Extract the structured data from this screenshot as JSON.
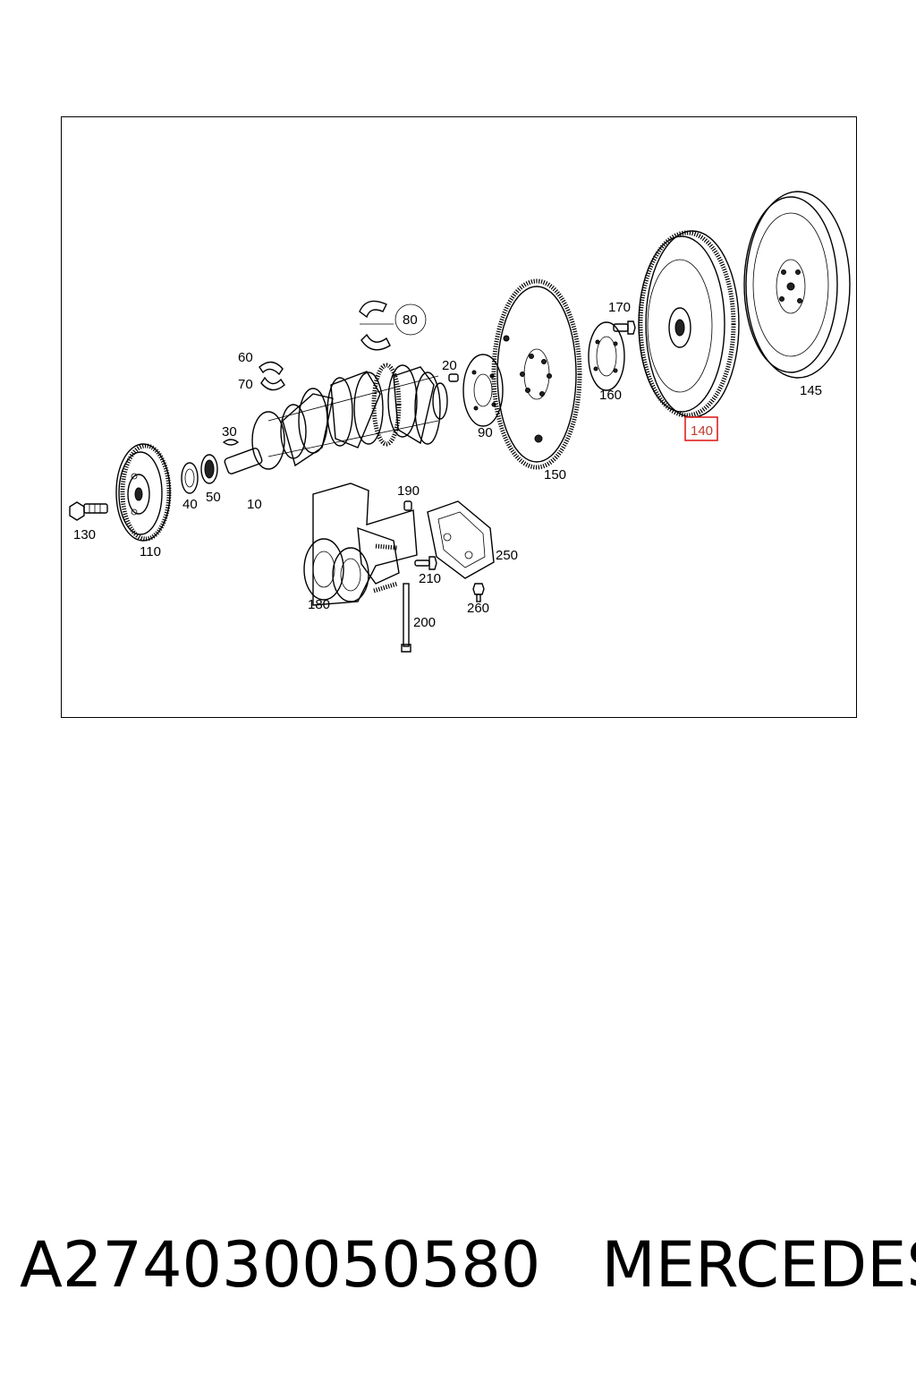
{
  "diagram": {
    "callouts": [
      {
        "id": "10",
        "label": "10"
      },
      {
        "id": "20",
        "label": "20"
      },
      {
        "id": "30",
        "label": "30"
      },
      {
        "id": "40",
        "label": "40"
      },
      {
        "id": "50",
        "label": "50"
      },
      {
        "id": "60",
        "label": "60"
      },
      {
        "id": "70",
        "label": "70"
      },
      {
        "id": "80",
        "label": "80"
      },
      {
        "id": "90",
        "label": "90"
      },
      {
        "id": "110",
        "label": "110"
      },
      {
        "id": "130",
        "label": "130"
      },
      {
        "id": "140",
        "label": "140",
        "highlighted": true
      },
      {
        "id": "145",
        "label": "145"
      },
      {
        "id": "150",
        "label": "150"
      },
      {
        "id": "160",
        "label": "160"
      },
      {
        "id": "170",
        "label": "170"
      },
      {
        "id": "180",
        "label": "180"
      },
      {
        "id": "190",
        "label": "190"
      },
      {
        "id": "200",
        "label": "200"
      },
      {
        "id": "210",
        "label": "210"
      },
      {
        "id": "250",
        "label": "250"
      },
      {
        "id": "260",
        "label": "260"
      }
    ],
    "highlight_color": "#e02020"
  },
  "caption": {
    "part_number": "A274030050580",
    "brand": "MERCEDES"
  }
}
